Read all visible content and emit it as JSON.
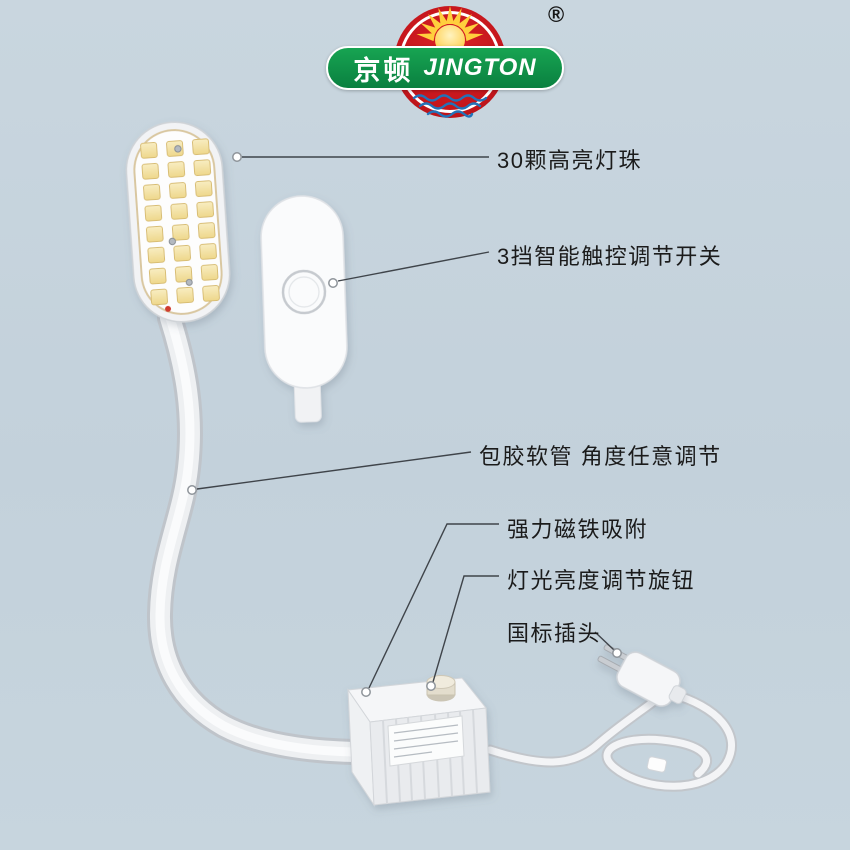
{
  "background": {
    "color": "#c5d3dd"
  },
  "logo": {
    "brand_cn": "京顿",
    "brand_en": "JINGTON",
    "registered_mark": "®",
    "disc_color": "#c4161c",
    "banner_color": "#0e8f46",
    "sun_color": "#ffcf3d",
    "wave_color": "#2273b9"
  },
  "callouts": [
    {
      "id": "led-beads",
      "label": "30颗高亮灯珠"
    },
    {
      "id": "touch-switch",
      "label": "3挡智能触控调节开关"
    },
    {
      "id": "flexible-tube",
      "label": "包胶软管 角度任意调节"
    },
    {
      "id": "magnet-base",
      "label": "强力磁铁吸附"
    },
    {
      "id": "brightness-knob",
      "label": "灯光亮度调节旋钮"
    },
    {
      "id": "power-plug",
      "label": "国标插头"
    }
  ]
}
